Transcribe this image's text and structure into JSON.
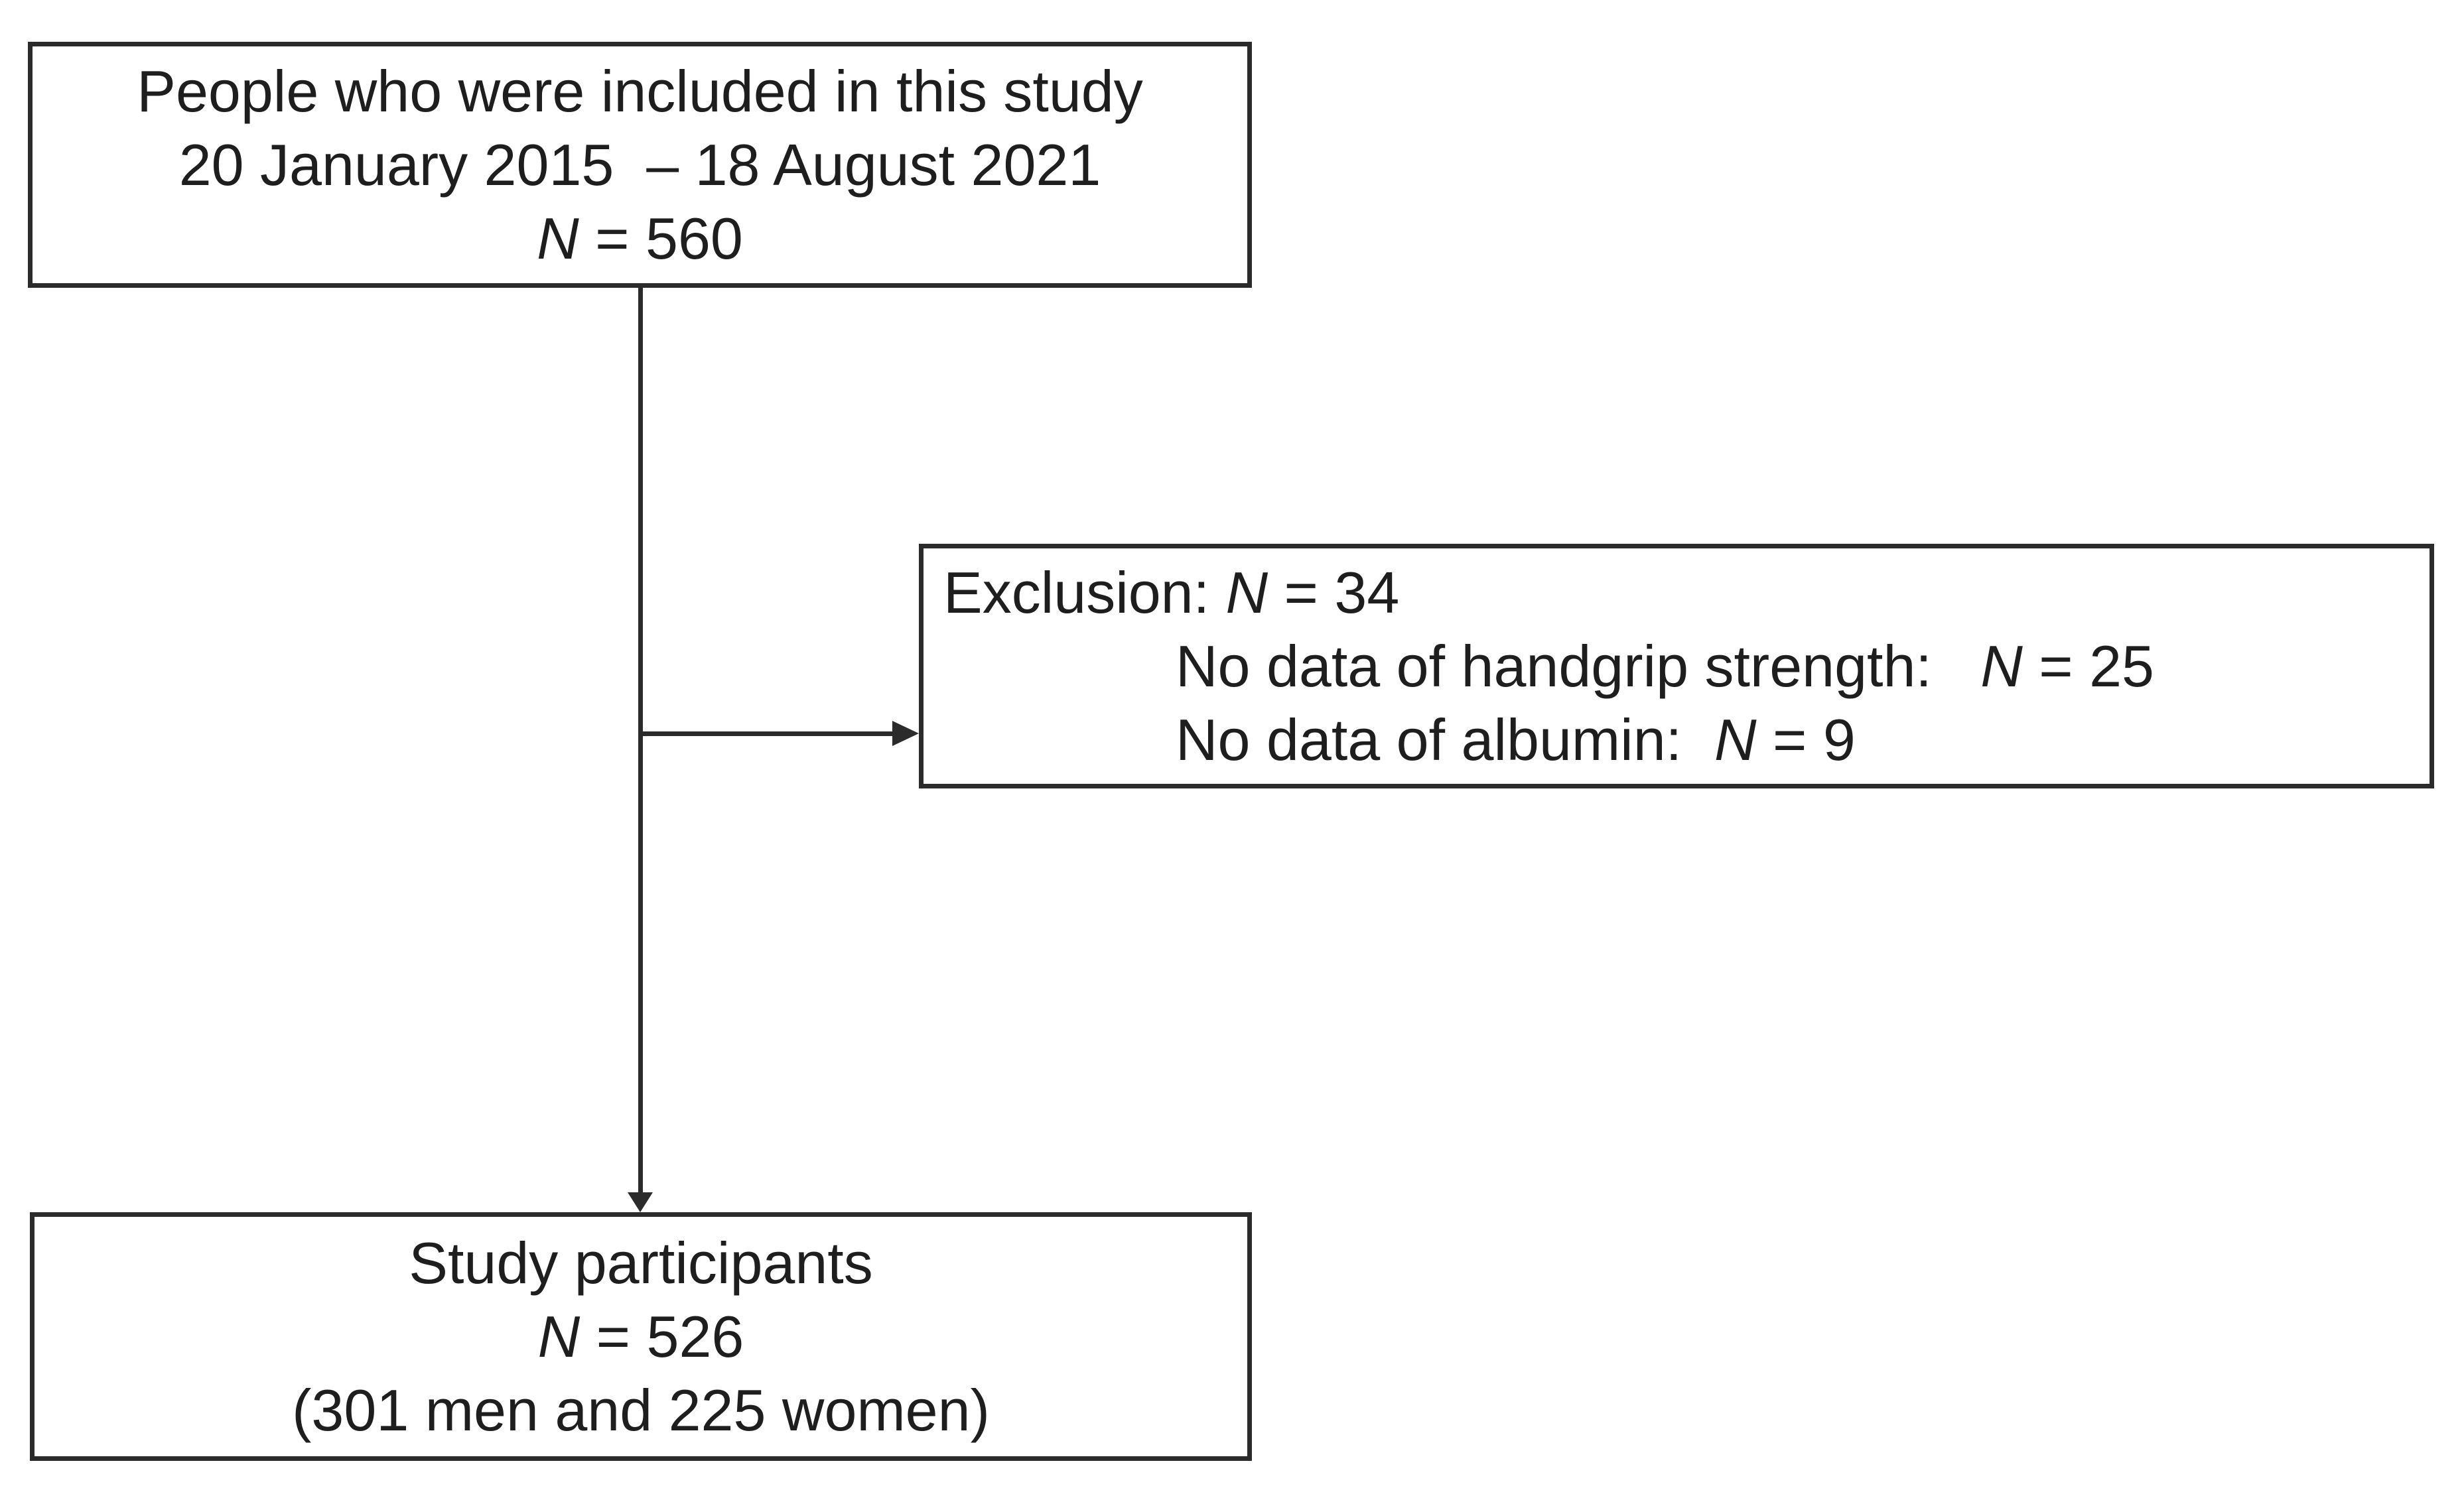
{
  "diagram": {
    "type": "study-flowchart",
    "colors": {
      "line": "#2b2b2b",
      "text": "#1e1e1e",
      "background": "#ffffff"
    },
    "boxes": {
      "included": {
        "title": "People who were included in this study",
        "date_range": "20 January 2015  – 18 August 2021",
        "n_label": "N",
        "n_value": " = 560"
      },
      "exclusion": {
        "line1_pre": "Exclusion: ",
        "line1_n": "N",
        "line1_post": " = 34",
        "line2_pre": "No data of handgrip strength:   ",
        "line2_n": "N",
        "line2_post": " = 25",
        "line3_pre": "No data of albumin:  ",
        "line3_n": "N",
        "line3_post": " = 9"
      },
      "participants": {
        "title": "Study participants",
        "n_label": "N",
        "n_value": " = 526",
        "breakdown": "(301 men and 225 women)"
      }
    }
  }
}
